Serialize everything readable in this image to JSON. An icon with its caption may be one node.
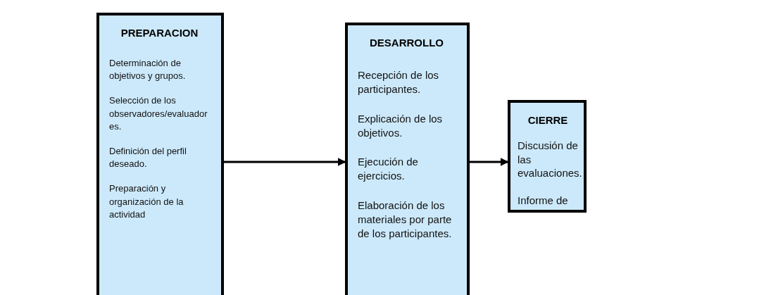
{
  "diagram": {
    "nodes": [
      {
        "text": [
          "PREPARACION",
          "Determinación de objetivos y grupos.",
          "Selección de los observadores/evaluador es.",
          "Definición del perfil deseado.",
          "Preparación y organización de la actividad"
        ]
      },
      {
        "text": [
          "DESARROLLO",
          "Recepción de los participantes.",
          "Explicación de los objetivos.",
          "Ejecución de ejercicios.",
          "Elaboración de los materiales por parte de los participantes."
        ]
      },
      {
        "text": [
          "CIERRE",
          "Discusión de las evaluaciones.",
          "Informe de"
        ]
      }
    ],
    "edges": [
      {
        "from": 0,
        "to": 1,
        "arrow": "to"
      },
      {
        "from": 1,
        "to": 2,
        "arrow": "to"
      }
    ]
  }
}
